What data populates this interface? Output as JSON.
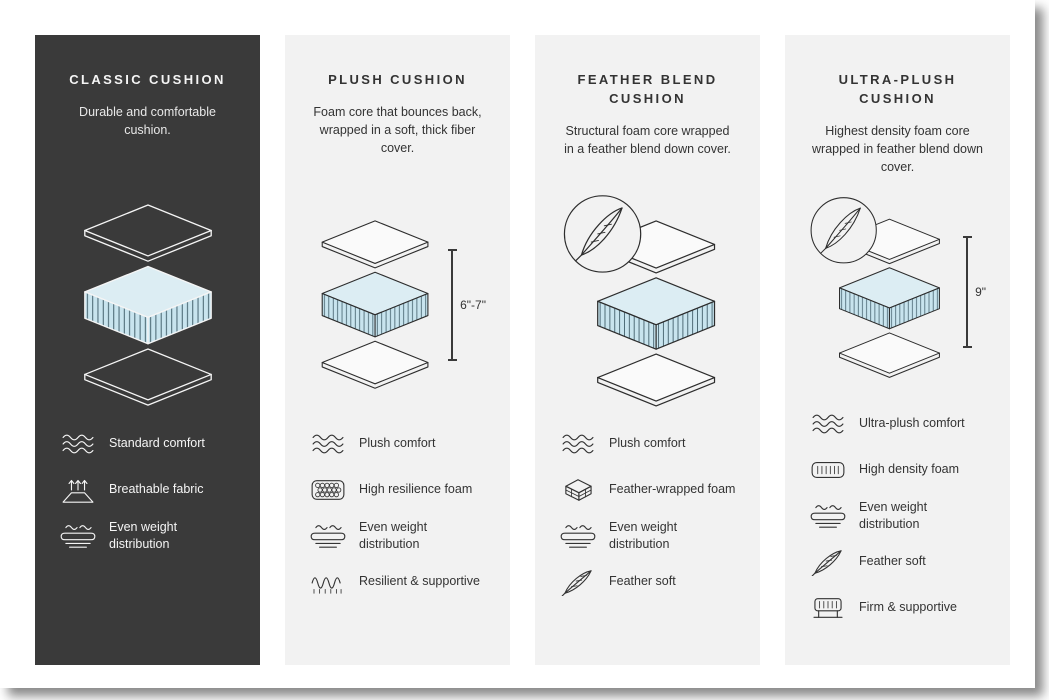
{
  "infographic": {
    "subject": "cushion-comparison",
    "card_count": 4
  },
  "colors": {
    "dark_card_bg": "#3a3a3a",
    "light_card_bg": "#f2f2f2",
    "foam_side_fill": "#c8e4ee",
    "foam_top_fill": "#dcedf3",
    "outline_on_light": "#2d2d2d",
    "outline_on_dark": "#f5f5f5"
  },
  "cards": [
    {
      "title": "CLASSIC CUSHION",
      "description": "Durable and comfortable cushion.",
      "theme": "dark",
      "feather_badge": false,
      "dimension": null,
      "features": [
        {
          "icon": "waves-icon",
          "label": "Standard comfort"
        },
        {
          "icon": "breathable-icon",
          "label": "Breathable fabric"
        },
        {
          "icon": "even-weight-icon",
          "label": "Even weight distribution"
        }
      ]
    },
    {
      "title": "PLUSH CUSHION",
      "description": "Foam core that bounces back, wrapped in a soft, thick fiber cover.",
      "theme": "light",
      "feather_badge": false,
      "dimension": "6\"-7\"",
      "features": [
        {
          "icon": "waves-icon",
          "label": "Plush comfort"
        },
        {
          "icon": "foam-bubbles-icon",
          "label": "High resilience foam"
        },
        {
          "icon": "even-weight-icon",
          "label": "Even weight distribution"
        },
        {
          "icon": "spring-icon",
          "label": "Resilient & supportive"
        }
      ]
    },
    {
      "title": "FEATHER BLEND CUSHION",
      "description": "Structural foam core wrapped in a feather blend down cover.",
      "theme": "light",
      "feather_badge": true,
      "dimension": null,
      "features": [
        {
          "icon": "waves-icon",
          "label": "Plush comfort"
        },
        {
          "icon": "bricks-icon",
          "label": "Feather-wrapped foam"
        },
        {
          "icon": "even-weight-icon",
          "label": "Even weight distribution"
        },
        {
          "icon": "feather-icon",
          "label": "Feather soft"
        }
      ]
    },
    {
      "title": "ULTRA-PLUSH CUSHION",
      "description": "Highest density foam core wrapped in feather blend down cover.",
      "theme": "light",
      "feather_badge": true,
      "dimension": "9\"",
      "features": [
        {
          "icon": "waves-icon",
          "label": "Ultra-plush comfort"
        },
        {
          "icon": "density-lines-icon",
          "label": "High density foam"
        },
        {
          "icon": "even-weight-icon",
          "label": "Even weight distribution"
        },
        {
          "icon": "feather-icon",
          "label": "Feather soft"
        },
        {
          "icon": "mattress-icon",
          "label": "Firm & supportive"
        }
      ]
    }
  ]
}
